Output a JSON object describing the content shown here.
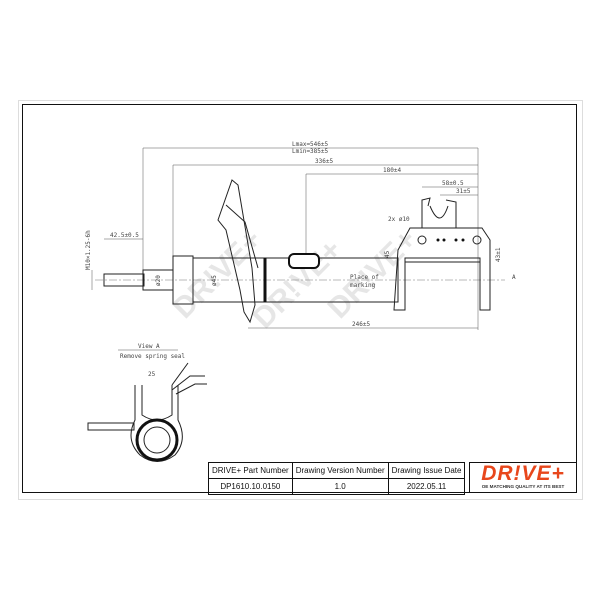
{
  "watermark": "DR!VE+",
  "dimensions": {
    "lmax": "Lmax=546±5",
    "lmin": "Lmin=385±5",
    "d336": "336±5",
    "d180": "180±4",
    "d58": "58±0.5",
    "d31": "31±5",
    "bolt": "2x ø10",
    "thread": "M10×1.25-6h",
    "d42": "42.5±0.5",
    "dia20": "ø20",
    "dia45": "ø45",
    "d45": "45",
    "d43": "43±1",
    "d246": "246±5",
    "marking": [
      "Place of",
      "marking"
    ],
    "arrow_a": "A"
  },
  "view_a": {
    "title": "View A",
    "subtitle": "Remove spring seal",
    "dim": "25"
  },
  "title_block": {
    "headers": [
      "DRIVE+ Part Number",
      "Drawing Version  Number",
      "Drawing Issue Date"
    ],
    "values": [
      "DP1610.10.0150",
      "1.0",
      "2022.05.11"
    ]
  },
  "logo": {
    "text": "DR!VE+",
    "tagline": "OE MATCHING QUALITY AT ITS BEST",
    "color": "#e8471c"
  }
}
